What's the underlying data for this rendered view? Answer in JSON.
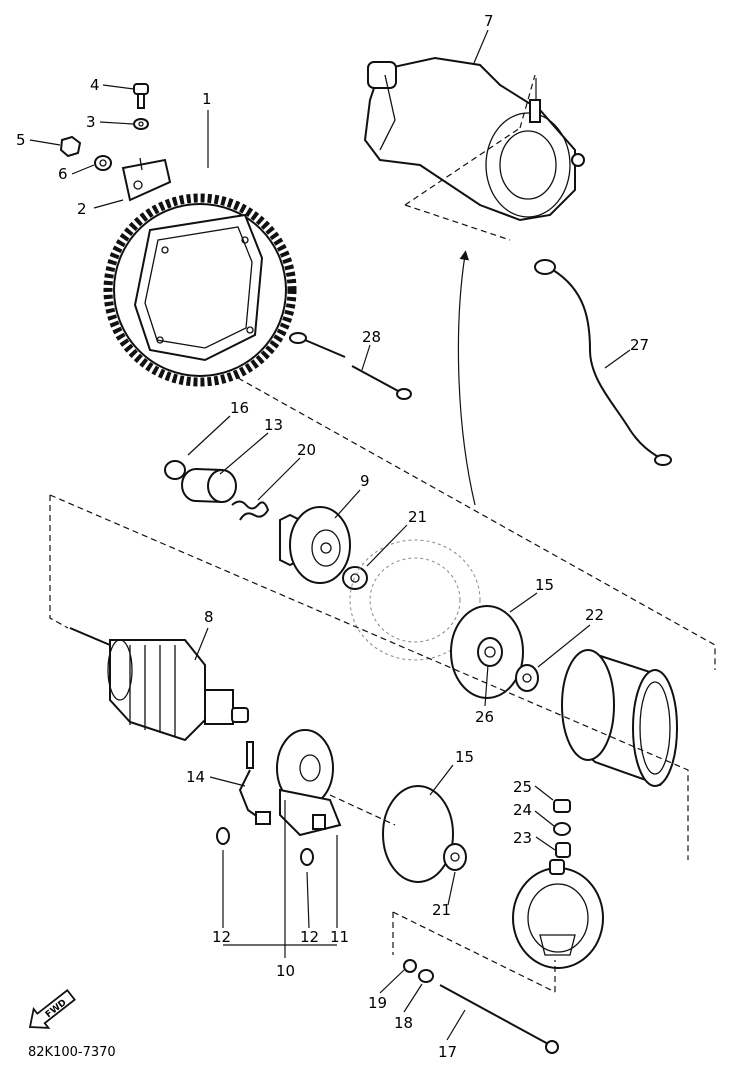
{
  "diagram": {
    "callouts": {
      "c1": "1",
      "c2": "2",
      "c3": "3",
      "c4": "4",
      "c5": "5",
      "c6": "6",
      "c7": "7",
      "c8": "8",
      "c9": "9",
      "c10": "10",
      "c11": "11",
      "c12a": "12",
      "c12b": "12",
      "c13": "13",
      "c14": "14",
      "c15a": "15",
      "c15b": "15",
      "c16": "16",
      "c17": "17",
      "c18": "18",
      "c19": "19",
      "c20": "20",
      "c21a": "21",
      "c21b": "21",
      "c22": "22",
      "c23": "23",
      "c24": "24",
      "c25": "25",
      "c26": "26",
      "c27": "27",
      "c28": "28"
    },
    "fwd_label": "FWD",
    "drawing_code": "82K100-7370"
  }
}
